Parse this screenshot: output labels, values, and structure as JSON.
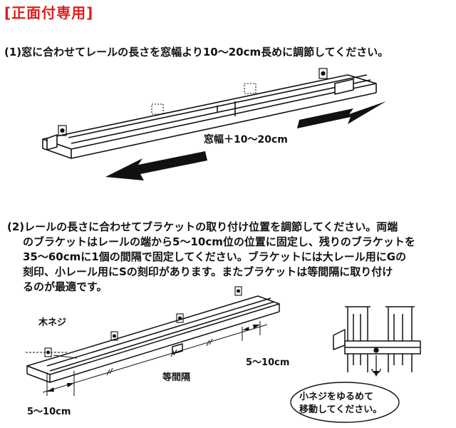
{
  "title": "[正面付専用]",
  "step1": {
    "text": "(1)窓に合わせてレールの長さを窓幅より10～20cm長めに調節してください。",
    "dimension_label": "窓幅＋10～20cm"
  },
  "step2": {
    "lines": [
      "(2)レールの長さに合わせてブラケットの取り付け位置を調節してください。両端",
      "のブラケットはレールの端から5～10cm位の位置に固定し、残りのブラケットを",
      "35～60cmに1個の間隔で固定してください。ブラケットには大レール用にGの",
      "刻印、小レール用にSの刻印があります。またブラケットは等間隔に取り付け",
      "るのが最適です。"
    ],
    "wood_screw_label": "木ネジ",
    "right_gap_label": "5～10cm",
    "equal_spacing_label": "等間隔",
    "left_gap_label": "5～10cm",
    "note_lines": [
      "小ネジをゆるめて",
      "移動してください。"
    ]
  },
  "colors": {
    "title": "#e01e1e",
    "ink": "#111111"
  },
  "icons": [
    "arrow-left-icon",
    "arrow-right-icon",
    "screw-icon"
  ]
}
